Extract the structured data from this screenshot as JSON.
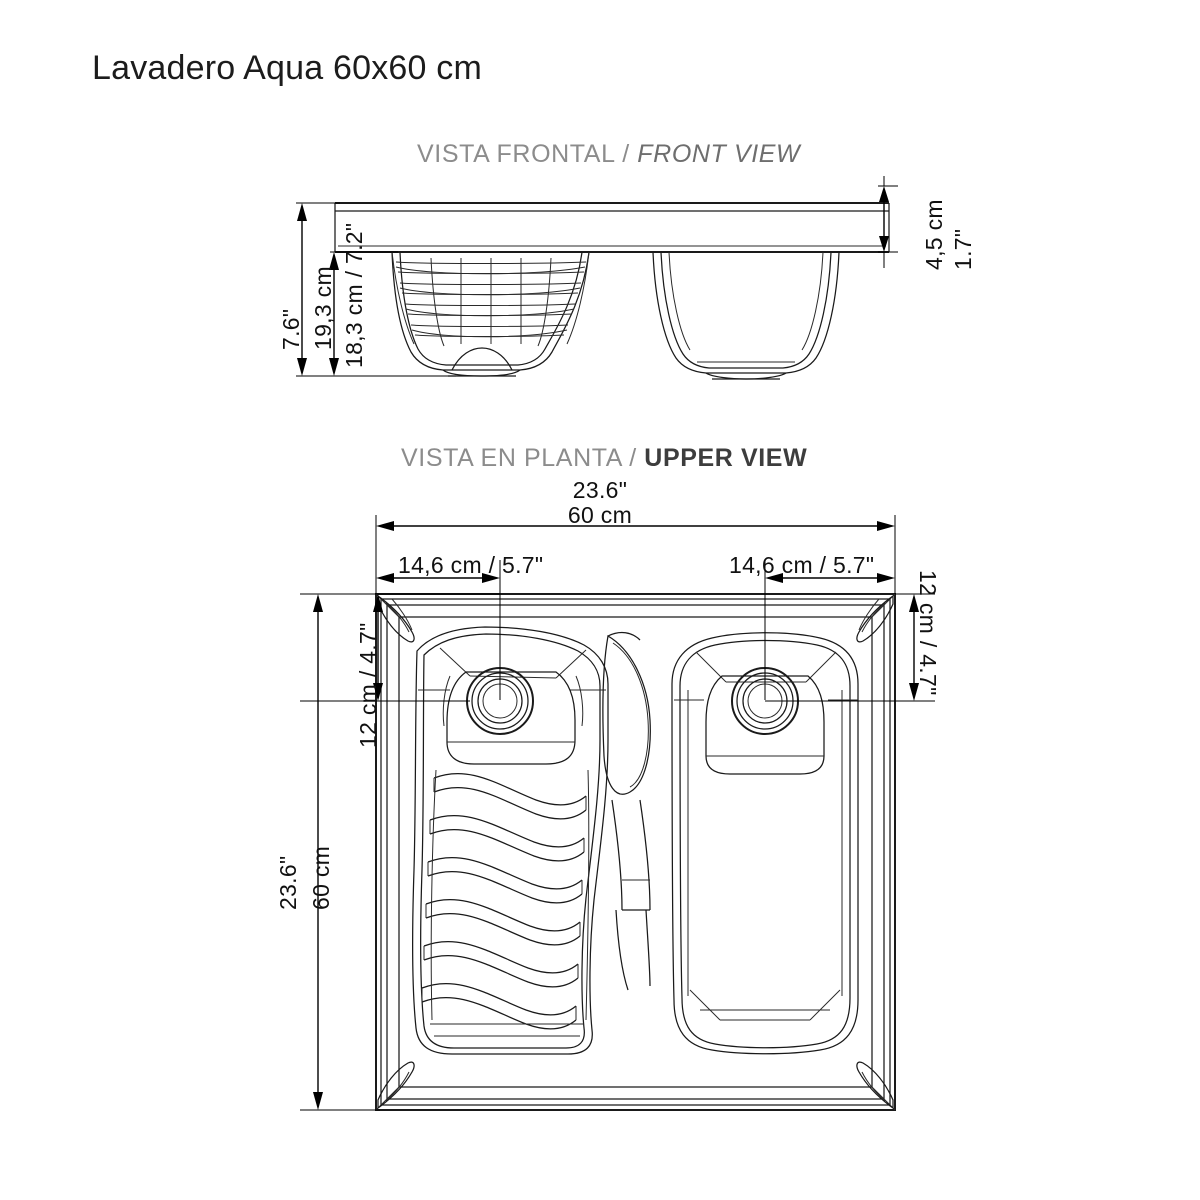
{
  "title": "Lavadero Aqua 60x60 cm",
  "views": {
    "front": {
      "caption_es": "VISTA FRONTAL",
      "caption_sep": " / ",
      "caption_en": "FRONT VIEW"
    },
    "upper": {
      "caption_es": "VISTA EN PLANTA",
      "caption_sep": " / ",
      "caption_en": "UPPER VIEW"
    }
  },
  "dimensions": {
    "front": {
      "total_height_in": "7.6\"",
      "total_height_cm": "19,3 cm",
      "basin_depth": "18,3 cm / 7.2\"",
      "rim_thickness_in": "1.7\"",
      "rim_thickness_cm": "4,5 cm"
    },
    "upper": {
      "width_in": "23.6\"",
      "width_cm": "60 cm",
      "left_drain_offset": "14,6 cm / 5.7\"",
      "right_drain_offset": "14,6 cm / 5.7\"",
      "left_drain_depth": "12 cm / 4.7\"",
      "right_drain_depth": "12 cm / 4.7\"",
      "depth_in": "23.6\"",
      "depth_cm": "60 cm"
    }
  },
  "colors": {
    "line": "#1a1a1a",
    "caption_muted": "#8c8c8c",
    "caption_bold": "#3d3d3d",
    "background": "#ffffff"
  }
}
